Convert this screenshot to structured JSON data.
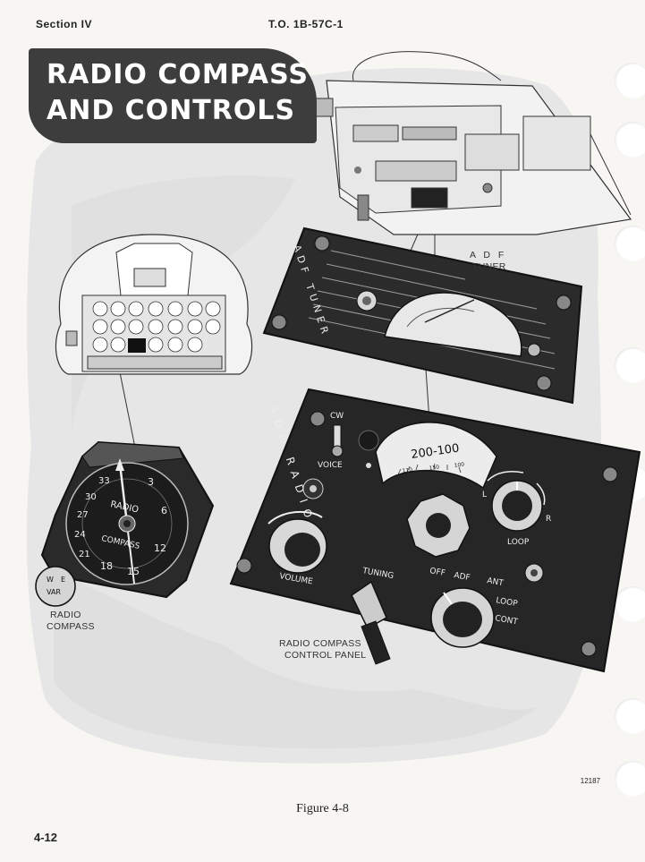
{
  "header": {
    "section": "Section IV",
    "doc_id": "T.O. 1B-57C-1"
  },
  "title": {
    "line1": "RADIO COMPASS",
    "line2": "AND CONTROLS"
  },
  "callouts": {
    "adf_tuner_line1": "A D F",
    "adf_tuner_line2": "TUNER",
    "radio_compass_line1": "RADIO",
    "radio_compass_line2": "COMPASS",
    "control_panel_line1": "RADIO COMPASS",
    "control_panel_line2": "CONTROL PANEL"
  },
  "tuner_panel": {
    "vertical_label": "ADF TUNER"
  },
  "control_panel": {
    "vertical_label": "ADF RADIO",
    "switch_cw": "CW",
    "switch_voice": "VOICE",
    "band_label": "200-100",
    "scale_110": "110",
    "scale_150": "150",
    "scale_100": "100",
    "loop_l": "L",
    "loop_r": "R",
    "loop_label": "LOOP",
    "volume_label": "VOLUME",
    "tuning_label": "TUNING",
    "mode_off": "OFF",
    "mode_adf": "ADF",
    "mode_ant": "ANT",
    "mode_loop": "LOOP",
    "mode_cont": "CONT"
  },
  "compass": {
    "face_upper": "RADIO",
    "face_lower": "COMPASS",
    "n3": "3",
    "n6": "6",
    "n12": "12",
    "n15": "15",
    "n18": "18",
    "n21": "21",
    "n24": "24",
    "n27": "27",
    "n30": "30",
    "n33": "33",
    "knob_w": "W",
    "knob_e": "E",
    "knob_var": "VAR"
  },
  "figure_number": "12187",
  "caption": "Figure 4-8",
  "page_number": "4-12"
}
